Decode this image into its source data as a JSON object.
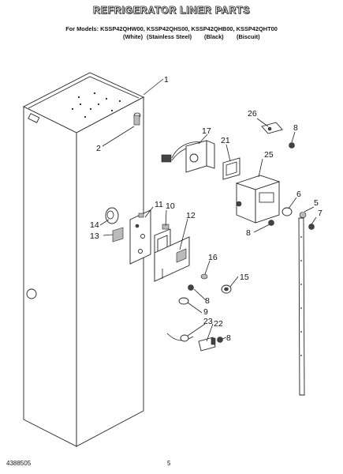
{
  "header": {
    "title": "REFRIGERATOR LINER PARTS",
    "models_line": "For Models: KSSP42QHW00, KSSP42QHS00, KSSP42QHB00, KSSP42QHT00",
    "variants": [
      "(White)",
      "(Stainless Steel)",
      "(Black)",
      "(Biscuit)"
    ]
  },
  "callouts": {
    "c1": "1",
    "c2": "2",
    "c5": "5",
    "c6": "6",
    "c7": "7",
    "c8a": "8",
    "c8b": "8",
    "c8c": "8",
    "c8d": "8",
    "c9": "9",
    "c10": "10",
    "c11": "11",
    "c12": "12",
    "c13": "13",
    "c14": "14",
    "c15": "15",
    "c16": "16",
    "c17": "17",
    "c21": "21",
    "c22": "22",
    "c23": "23",
    "c25": "25",
    "c26": "26"
  },
  "footer": {
    "doc_number": "4388505",
    "page_number": "5"
  }
}
